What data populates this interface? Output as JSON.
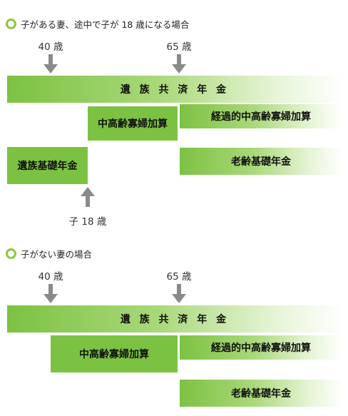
{
  "section1": {
    "title": "子がある妻、途中で子が 18 歳になる場合",
    "age40": "40 歳",
    "age65": "65 歳",
    "survivor_pension": "遺 族 共 済 年 金",
    "middle_aged_widow": "中高齢寡婦加算",
    "transitional_widow": "経過的中高齢寡婦加算",
    "basic_survivor": "遺族基礎年金",
    "old_age_basic": "老齢基礎年金",
    "child18": "子 18 歳"
  },
  "section2": {
    "title": "子がない妻の場合",
    "age40": "40 歳",
    "age65": "65 歳",
    "survivor_pension": "遺 族 共 済 年 金",
    "middle_aged_widow": "中高齢寡婦加算",
    "transitional_widow": "経過的中高齢寡婦加算",
    "old_age_basic": "老齢基礎年金"
  },
  "colors": {
    "bar_green": "#7cc242",
    "arrow_gray": "#8a8a8a",
    "bullet_green": "#8cc63f"
  }
}
